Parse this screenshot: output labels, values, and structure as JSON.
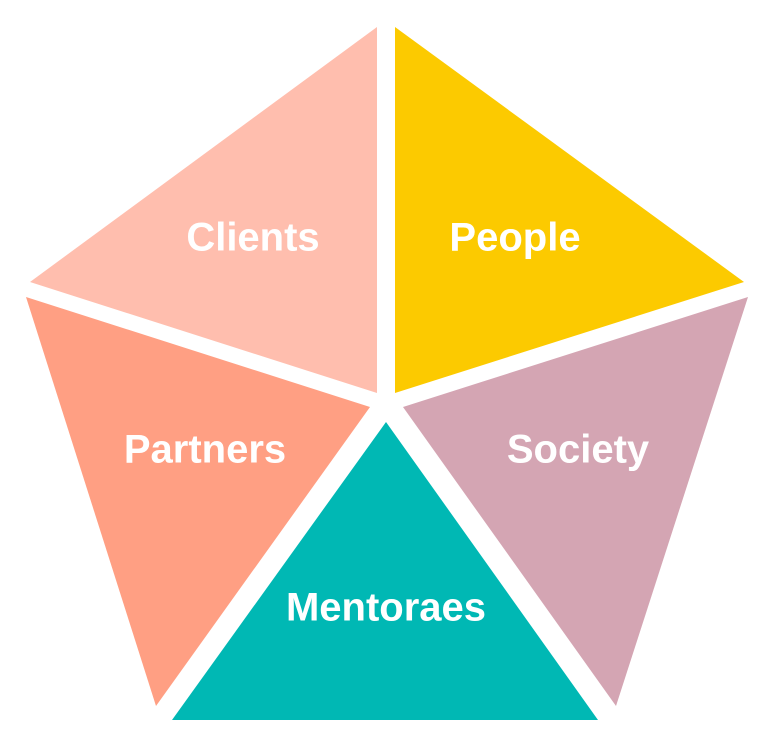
{
  "diagram": {
    "segments": [
      {
        "id": "clients",
        "label": "Clients",
        "color": "#FFBEAE"
      },
      {
        "id": "people",
        "label": "People",
        "color": "#FCCA00"
      },
      {
        "id": "partners",
        "label": "Partners",
        "color": "#FF9F83"
      },
      {
        "id": "mentoraes",
        "label": "Mentoraes",
        "color": "#00B8B4"
      },
      {
        "id": "society",
        "label": "Society",
        "color": "#D4A5B3"
      }
    ]
  }
}
